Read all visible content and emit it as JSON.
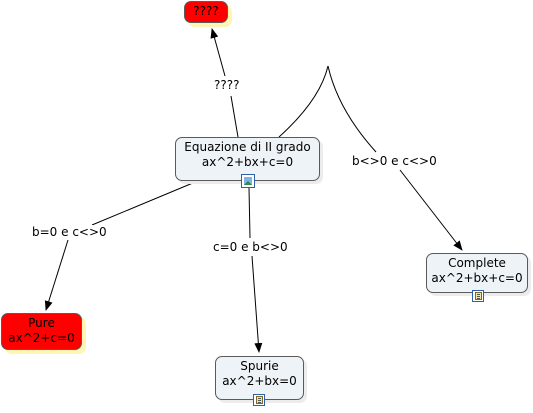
{
  "nodes": {
    "top_unknown": {
      "text": "????"
    },
    "equazione": {
      "title": "Equazione di II grado",
      "formula": "ax^2+bx+c=0"
    },
    "complete": {
      "title": "Complete",
      "formula": "ax^2+bx+c=0"
    },
    "pure": {
      "title": "Pure",
      "formula": "ax^2+c=0"
    },
    "spurie": {
      "title": "Spurie",
      "formula": "ax^2+bx=0"
    }
  },
  "links": {
    "unknown": "????",
    "complete": "b<>0 e c<>0",
    "pure": "b=0 e c<>0",
    "spurie": "c=0 e b<>0"
  },
  "icons": {
    "equazione": "image-resource-icon",
    "complete": "document-resource-icon",
    "spurie": "document-resource-icon"
  },
  "colors": {
    "node_fill": "#eef3f7",
    "alert_fill": "#ff0000",
    "alert_shadow": "#fff6b3",
    "border": "#5a5a5a",
    "line": "#000000"
  }
}
